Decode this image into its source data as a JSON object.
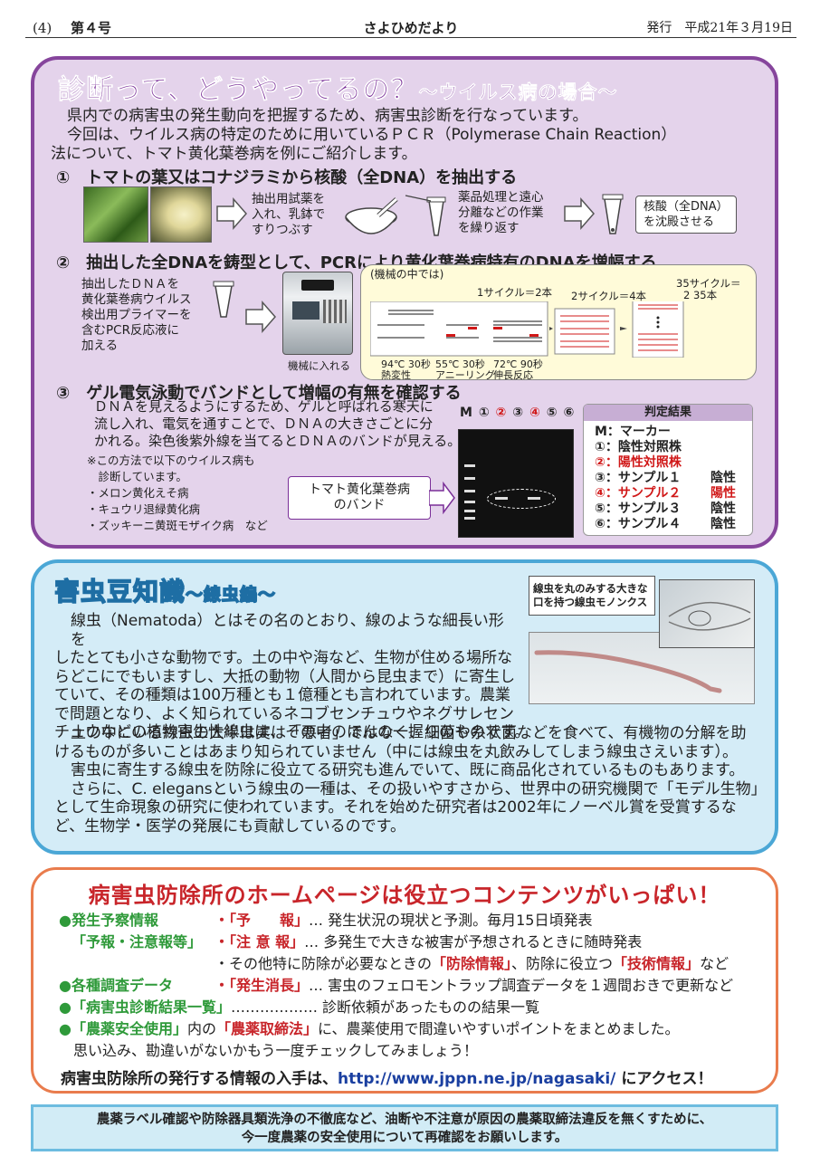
{
  "header": {
    "page_no": "(4)",
    "issue": "第４号",
    "newsletter": "さよひめだより",
    "issued": "発行　平成21年３月19日"
  },
  "sec1": {
    "title": "診断って、どうやってるの？",
    "subtitle": "〜ウイルス病の場合〜",
    "intro": [
      "県内での病害虫の発生動向を把握するため、病害虫診断を行なっています。",
      "今回は、ウイルス病の特定のために用いているＰＣＲ（Polymerase Chain Reaction）",
      "法について、トマト黄化葉巻病を例にご紹介します。"
    ],
    "step1": {
      "heading": "①　トマトの葉又はコナジラミから核酸（全DNA）を抽出する",
      "t1": [
        "抽出用試薬を",
        "入れ、乳鉢で",
        "すりつぶす"
      ],
      "t2": [
        "薬品処理と遠心",
        "分離などの作業",
        "を繰り返す"
      ],
      "t3": [
        "核酸（全DNA）",
        "を沈殿させる"
      ]
    },
    "step2": {
      "heading": "②　抽出した全DNAを鋳型として、PCRにより黄化葉巻病特有のDNAを増幅する",
      "left_text": [
        "抽出したＤＮＡを",
        "黄化葉巻病ウイルス",
        "検出用プライマーを",
        "含むPCR反応液に",
        "加える"
      ],
      "machine_caption": "機械に入れる",
      "box_label": "(機械の中では)",
      "cycle1": "1サイクル＝2本",
      "cycle2": "2サイクル＝4本",
      "cycle35": "35サイクル＝",
      "cycle35b": "2 35本",
      "temp1a": "94℃ 30秒",
      "temp1b": "熱変性",
      "temp2a": "55℃ 30秒",
      "temp2b": "アニーリング",
      "temp3a": "72℃ 90秒",
      "temp3b": "伸長反応"
    },
    "step3": {
      "heading": "③　ゲル電気泳動でバンドとして増幅の有無を確認する",
      "body": [
        "ＤＮＡを見えるようにするため、ゲルと呼ばれる寒天に",
        "流し入れ、電気を通すことで、ＤＮＡの大きさごとに分",
        "かれる。染色後紫外線を当てるとＤＮＡのバンドが見える。"
      ],
      "note": [
        "※この方法で以下のウイルス病も",
        "　診断しています。",
        "・メロン黄化えそ病",
        "・キュウリ退緑黄化病",
        "・ズッキーニ黄斑モザイク病　など"
      ],
      "callout": [
        "トマト黄化葉巻病",
        "のバンド"
      ],
      "lanes": [
        "M",
        "①",
        "②",
        "③",
        "④",
        "⑤",
        "⑥"
      ],
      "result_title": "判定結果",
      "results": [
        {
          "label": "M：マーカー",
          "value": ""
        },
        {
          "label": "①：陰性対照株",
          "value": ""
        },
        {
          "label": "②：陽性対照株",
          "value": ""
        },
        {
          "label": "③：サンプル１",
          "value": "陰性"
        },
        {
          "label": "④：サンプル２",
          "value": "陽性"
        },
        {
          "label": "⑤：サンプル３",
          "value": "陰性"
        },
        {
          "label": "⑥：サンプル４",
          "value": "陰性"
        }
      ]
    }
  },
  "sec2": {
    "title": "害虫豆知識",
    "subtitle": "〜線虫編〜",
    "photo_label": [
      "線虫を丸のみする大きな",
      "口を持つ線虫モノンクス"
    ],
    "p1": [
      "線虫（Nematoda）とはその名のとおり、線のような細長い形を",
      "したとても小さな動物です。土の中や海など、生物が住める場所な",
      "らどこにでもいますし、大抵の動物（人間から昆虫まで）に寄生し",
      "ていて、その種類は100万種とも１億種とも言われています。農業",
      "で問題となり、よく知られているネコブセンチュウやネグサレセン",
      "チュウなどの植物寄生性線虫は、その中のほんの一握りのものです。"
    ],
    "p2": [
      "土の中にいる線虫の大半は実は「悪者」ではなく、細菌や糸状菌などを食べて、有機物の分解を助",
      "けるものが多いことはあまり知られていません（中には線虫を丸飲みしてしまう線虫さえいます）。",
      "害虫に寄生する線虫を防除に役立てる研究も進んでいて、既に商品化されているものもあります。",
      "さらに、C. elegansという線虫の一種は、その扱いやすさから、世界中の研究機関で「モデル生物」",
      "として生命現象の研究に使われています。それを始めた研究者は2002年にノーベル賞を受賞するな",
      "ど、生物学・医学の発展にも貢献しているのです。"
    ]
  },
  "sec3": {
    "title": "病害虫防除所のホームページは役立つコンテンツがいっぱい！",
    "r1a": "●発生予察情報",
    "r1b": "・「予　　報」",
    "r1c": "… 発生状況の現状と予測。毎月15日頃発表",
    "r2a": "「予報・注意報等」",
    "r2b": "・「注 意 報」",
    "r2c": "… 多発生で大きな被害が予想されるときに随時発表",
    "r3a": "・その他特に防除が必要なときの",
    "r3b": "「防除情報」",
    "r3c": "、防除に役立つ",
    "r3d": "「技術情報」",
    "r3e": "など",
    "r4a": "●各種調査データ",
    "r4b": "・「発生消長」",
    "r4c": "… 害虫のフェロモントラップ調査データを１週間おきで更新など",
    "r5a": "●「病害虫診断結果一覧」",
    "r5b": "……………… 診断依頼があったものの結果一覧",
    "r6a": "●「農薬安全使用」",
    "r6b": "内の",
    "r6c": "「農薬取締法」",
    "r6d": "に、農薬使用で間違いやすいポイントをまとめました。",
    "r7": "思い込み、勘違いがないかもう一度チェックしてみましょう！",
    "last_a": "病害虫防除所の発行する情報の入手は、",
    "url": "http://www.jppn.ne.jp/nagasaki/",
    "last_b": " にアクセス！"
  },
  "footer": {
    "line1": "農薬ラベル確認や防除器具類洗浄の不徹底など、油断や不注意が原因の農薬取締法違反を無くすために、",
    "line2": "今一度農薬の安全使用について再確認をお願いします。"
  }
}
